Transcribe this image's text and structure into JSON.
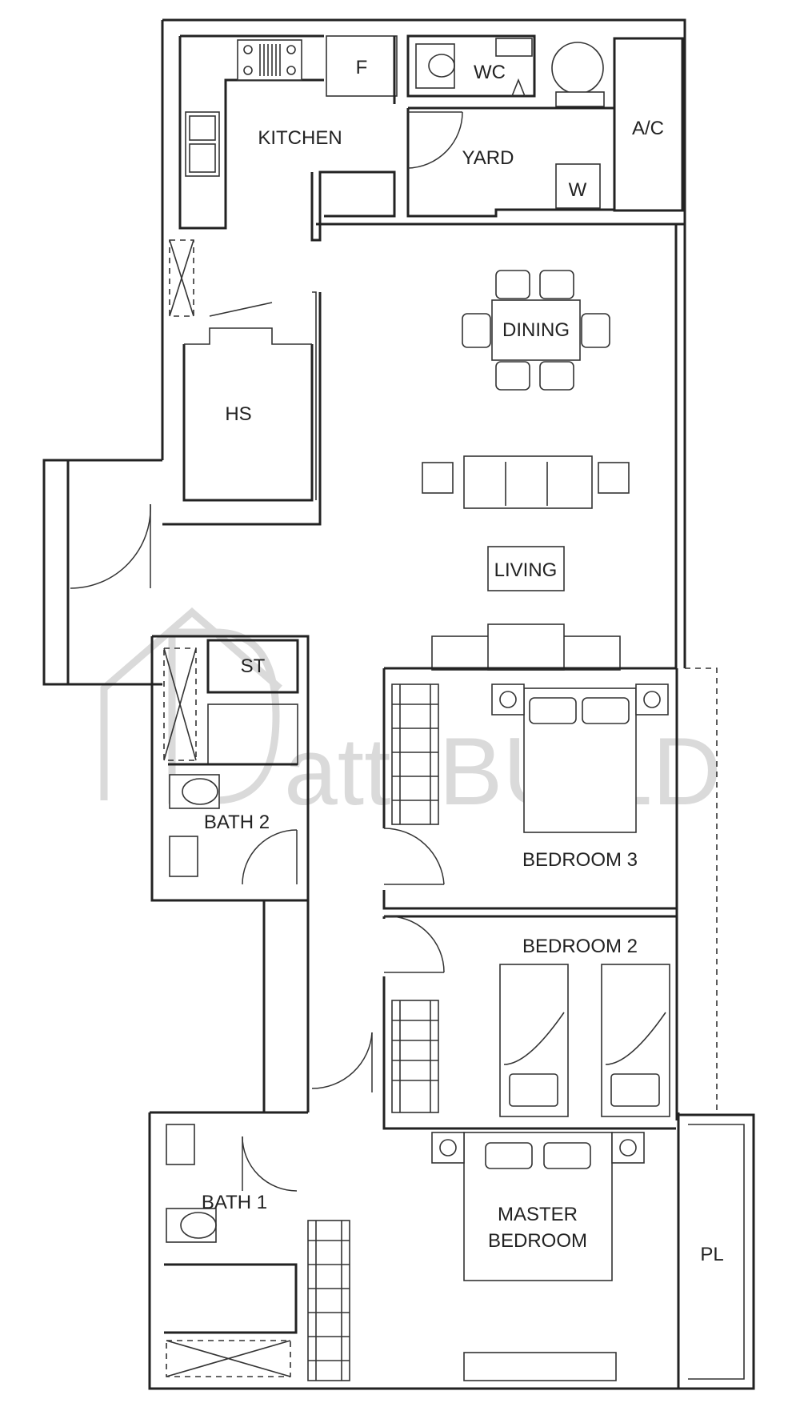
{
  "watermark": {
    "text": "atti.BUILD"
  },
  "rooms": {
    "kitchen": "KITCHEN",
    "fridge": "F",
    "wc": "WC",
    "yard": "YARD",
    "aircon": "A/C",
    "washer": "W",
    "dining": "DINING",
    "household_shelter": "HS",
    "living": "LIVING",
    "store": "ST",
    "bath_2": "BATH 2",
    "bedroom_3": "BEDROOM 3",
    "bedroom_2": "BEDROOM 2",
    "bath_1": "BATH 1",
    "master_bedroom_line1": "MASTER",
    "master_bedroom_line2": "BEDROOM",
    "planter": "PL"
  },
  "icons": [
    "toilet-icon",
    "sink-icon",
    "stove-icon",
    "bed-icon",
    "sofa-icon",
    "wardrobe-icon",
    "door-swing-icon",
    "water-heater-icon"
  ]
}
